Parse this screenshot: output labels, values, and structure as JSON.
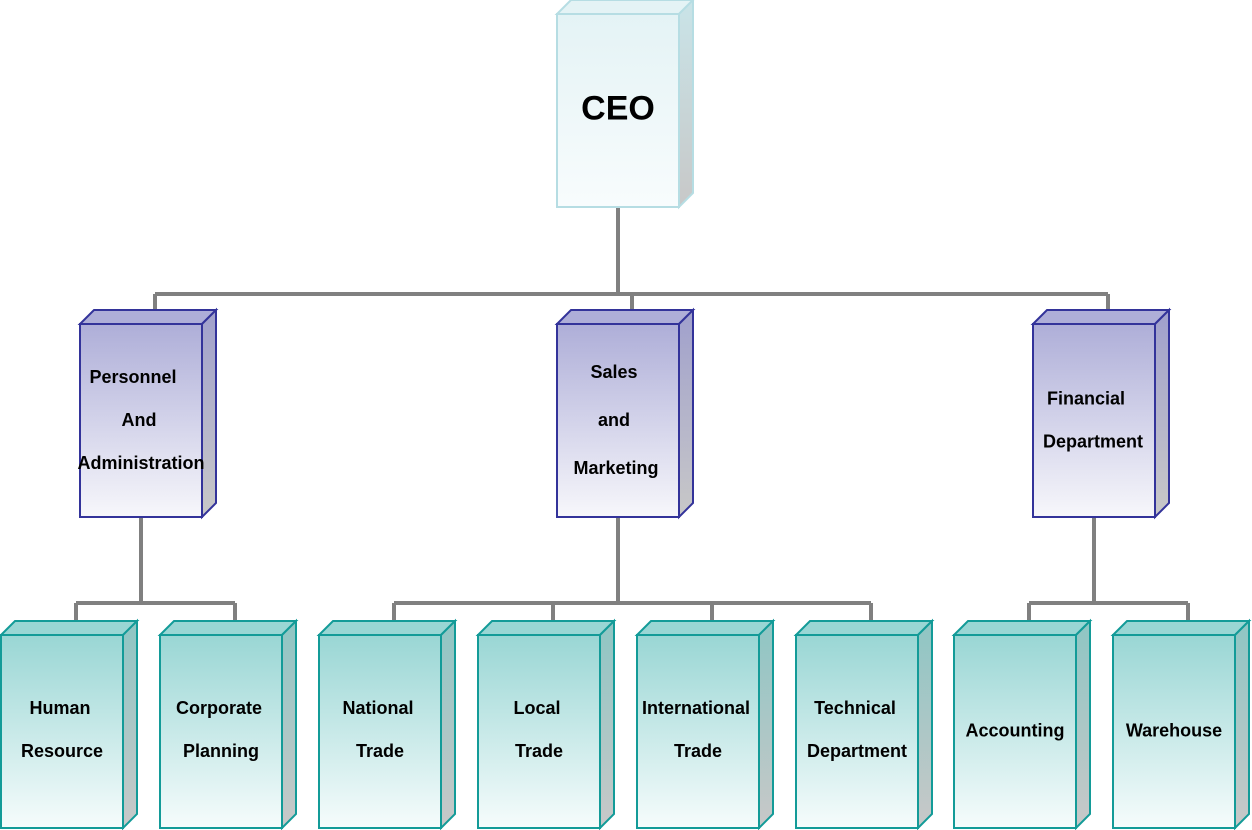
{
  "diagram": {
    "type": "org-chart",
    "colors": {
      "connector": "#808080",
      "ceo_border": "#b6dde3",
      "ceo_top": "#e4f3f5",
      "ceo_bottom": "#f8fcfd",
      "dept_border": "#33339a",
      "dept_top": "#aeaed8",
      "dept_bottom": "#f7f7fb",
      "unit_border": "#139b98",
      "unit_top": "#99d6d4",
      "unit_bottom": "#f6fcfc",
      "side": "#c8c8c8"
    },
    "root": {
      "id": "ceo",
      "lines": [
        "CEO"
      ]
    },
    "departments": [
      {
        "id": "personnel",
        "lines": [
          "Personnel",
          "And",
          "Administration"
        ],
        "units": [
          {
            "id": "human-resource",
            "lines": [
              "Human",
              "Resource"
            ]
          },
          {
            "id": "corporate-planning",
            "lines": [
              "Corporate",
              "Planning"
            ]
          }
        ]
      },
      {
        "id": "sales",
        "lines": [
          "Sales",
          "and",
          "Marketing"
        ],
        "units": [
          {
            "id": "national-trade",
            "lines": [
              "National",
              "Trade"
            ]
          },
          {
            "id": "local-trade",
            "lines": [
              "Local",
              "Trade"
            ]
          },
          {
            "id": "international-trade",
            "lines": [
              "International",
              "Trade"
            ]
          },
          {
            "id": "technical-department",
            "lines": [
              "Technical",
              "Department"
            ]
          }
        ]
      },
      {
        "id": "financial",
        "lines": [
          "Financial",
          "Department"
        ],
        "units": [
          {
            "id": "accounting",
            "lines": [
              "Accounting"
            ]
          },
          {
            "id": "warehouse",
            "lines": [
              "Warehouse"
            ]
          }
        ]
      }
    ]
  }
}
